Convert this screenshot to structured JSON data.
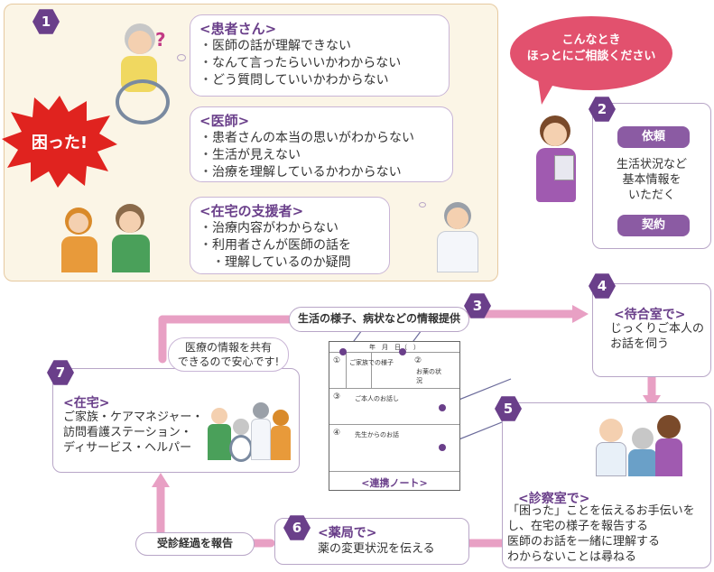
{
  "step1": {
    "number": "1",
    "trouble_label": "困った!",
    "patient": {
      "title": "<患者さん>",
      "items": [
        "医師の話が理解できない",
        "なんて言ったらいいかわからない",
        "どう質問していいかわからない"
      ]
    },
    "doctor": {
      "title": "<医師>",
      "items": [
        "患者さんの本当の思いがわからない",
        "生活が見えない",
        "治療を理解しているかわからない"
      ]
    },
    "supporter": {
      "title": "<在宅の支援者>",
      "items": [
        "治療内容がわからない",
        "利用者さんが医師の話を",
        "理解しているのか疑問"
      ]
    }
  },
  "consult_bubble": {
    "line1": "こんなとき",
    "line2": "ほっとにご相談ください"
  },
  "step2": {
    "number": "2",
    "request": "依頼",
    "body": [
      "生活状況など",
      "基本情報を",
      "いただく"
    ],
    "contract": "契約"
  },
  "step3": {
    "number": "3",
    "label": "生活の様子、病状などの情報提供",
    "notebook": {
      "header": "年　月　日（　）",
      "row1_left": "ご家族での様子",
      "row1_right": "お薬の状況",
      "row2": "ご本人のお話し",
      "row3": "先生からのお話",
      "circle1": "①",
      "circle2": "②",
      "circle3": "③",
      "circle4": "④",
      "caption": "<連携ノート>"
    }
  },
  "step4": {
    "number": "4",
    "title": "<待合室で>",
    "body": [
      "じっくりご本人の",
      "お話を伺う"
    ]
  },
  "step5": {
    "number": "5",
    "title": "<診察室で>",
    "body": [
      "「困った」ことを伝えるお手伝いを",
      "し、在宅の様子を報告する",
      "医師のお話を一緒に理解する",
      "わからないことは尋ねる"
    ]
  },
  "step6": {
    "number": "6",
    "title": "<薬局で>",
    "body": "薬の変更状況を伝える",
    "report_label": "受診経過を報告"
  },
  "step7": {
    "number": "7",
    "title": "<在宅>",
    "body": [
      "ご家族・ケアマネジャー・",
      "訪問看護ステーション・",
      "ディサービス・ヘルパー"
    ],
    "bubble": [
      "医療の情報を共有",
      "できるので安心です!"
    ]
  },
  "colors": {
    "purple": "#6a3f8a",
    "arrow_pink": "#e8a0c4",
    "trouble_red": "#e0231f",
    "consult_pink": "#e2516e"
  }
}
